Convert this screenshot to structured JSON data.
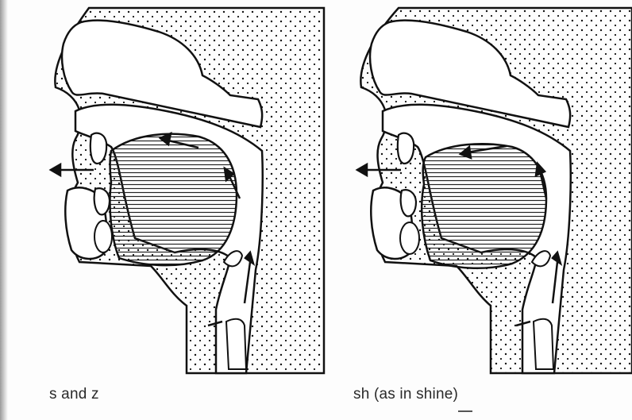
{
  "figures": [
    {
      "id": "s-and-z",
      "caption": "s and z"
    },
    {
      "id": "sh",
      "caption": "sh (as in shine)"
    }
  ],
  "colors": {
    "ink": "#111111",
    "paper": "#ffffff"
  }
}
